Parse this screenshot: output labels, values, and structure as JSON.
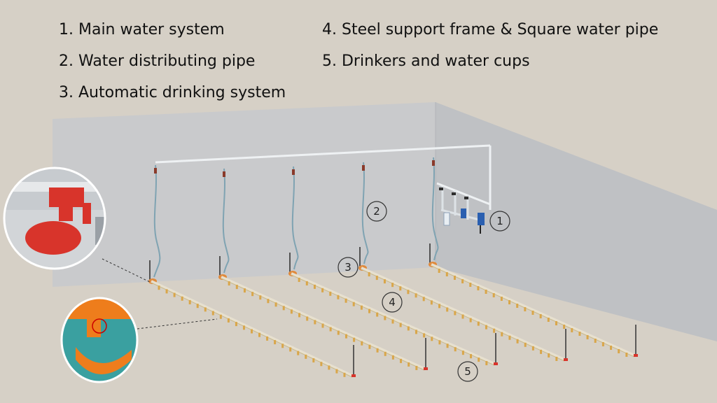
{
  "legend": [
    {
      "num": "1",
      "label": "1. Main water system"
    },
    {
      "num": "2",
      "label": "2. Water distributing pipe"
    },
    {
      "num": "3",
      "label": "3. Automatic drinking system"
    },
    {
      "num": "4",
      "label": "4. Steel support frame & Square water pipe"
    },
    {
      "num": "5",
      "label": "5. Drinkers and water cups"
    }
  ],
  "callouts": [
    "1",
    "2",
    "3",
    "4",
    "5"
  ],
  "colors": {
    "floor": "#d6d0c6",
    "back_wall": "#c9cacc",
    "right_wall": "#bfc1c4",
    "pipe": "#e9ecef",
    "hose": "#7fa3b2",
    "drinker_orange": "#e08a3c",
    "drinker_red": "#d8342b",
    "cup_orange": "#ee7d1c",
    "filter_blue": "#2a5fb0"
  },
  "insets": [
    {
      "name": "pan-feeder-closeup",
      "subject": "red drinker"
    },
    {
      "name": "water-cup-closeup",
      "subject": "orange water cup"
    }
  ]
}
